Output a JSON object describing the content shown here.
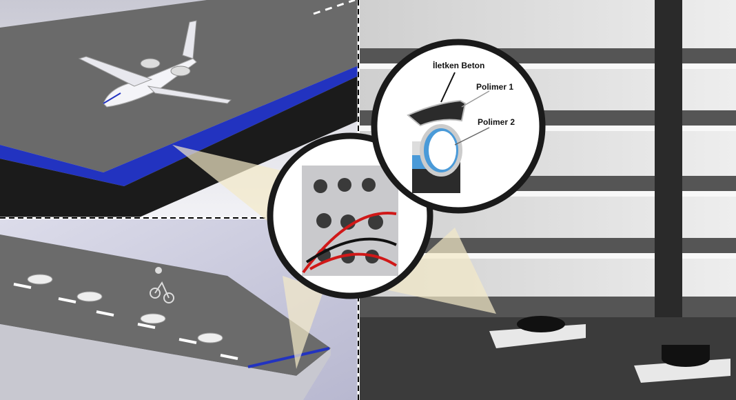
{
  "labels": {
    "conductive_concrete": "İletken Beton",
    "polymer_1": "Polimer 1",
    "polymer_2": "Polimer 2"
  },
  "colors": {
    "blue_edge": "#2233c0",
    "pavement": "#6b6b6b",
    "polymer_blue": "#4a9ad8"
  }
}
